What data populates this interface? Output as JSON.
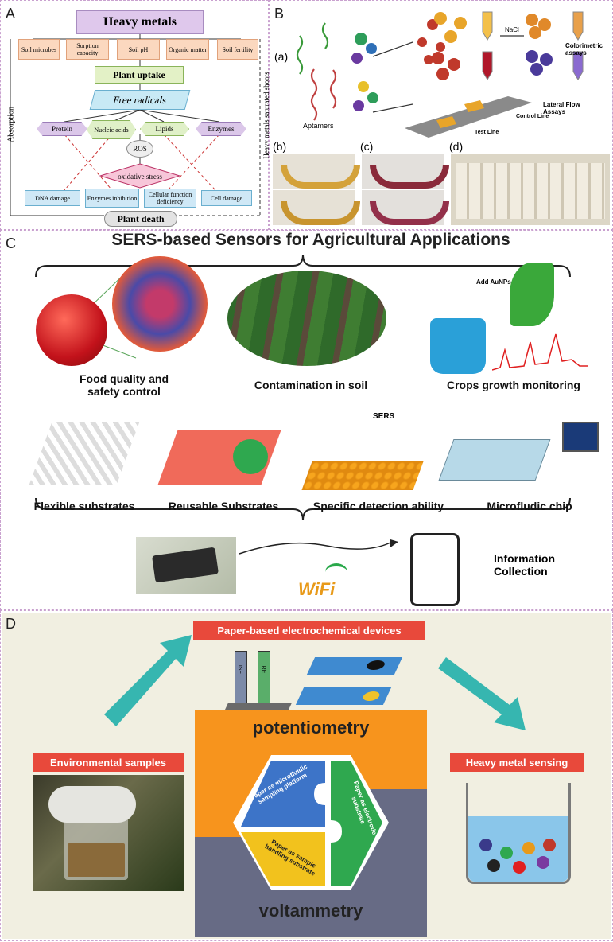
{
  "panels": {
    "a": "A",
    "b": "B",
    "c": "C",
    "d": "D"
  },
  "panel_a": {
    "top": "Heavy metals",
    "factors": [
      "Soil microbes",
      "Sorption capacity",
      "Soil pH",
      "Organic matter",
      "Soil fertility"
    ],
    "uptake": "Plant uptake",
    "radicals": "Free radicals",
    "targets": [
      "Protein",
      "Nucleic acids",
      "Lipids",
      "Enzymes"
    ],
    "ros": "ROS",
    "stress": "oxidative stress",
    "damages": [
      "DNA damage",
      "Enzymes inhibition",
      "Cellular function deficiency",
      "Cell damage"
    ],
    "death": "Plant death",
    "left_side": "Absorption",
    "right_side": "Heavy metals saturated shoots"
  },
  "panel_b": {
    "sub_a": "(a)",
    "sub_b": "(b)",
    "sub_c": "(c)",
    "sub_d": "(d)",
    "aptamers": "Aptamers",
    "nacl": "NaCl",
    "colorimetric": "Colorimetric assays",
    "lateral": "Lateral Flow Assays",
    "control_line": "Control Line",
    "test_line": "Test Line"
  },
  "panel_c": {
    "title": "SERS-based Sensors for Agricultural Applications",
    "apps": [
      "Food quality and safety control",
      "Contamination in soil",
      "Crops growth monitoring"
    ],
    "features": [
      "Flexible substrates",
      "Reusable Substrates",
      "Specific detection ability",
      "Microfludic chip"
    ],
    "sers_label": "SERS",
    "add_aunps": "Add AuNPs",
    "wifi": "WiFi",
    "info": "Information Collection"
  },
  "panel_d": {
    "title": "Paper-based electrochemical devices",
    "env": "Environmental samples",
    "sensing": "Heavy metal sensing",
    "potentiometry": "potentiometry",
    "voltammetry": "voltammetry",
    "pieces": [
      "Paper as microfluidic sampling platform",
      "Paper as electrode substrate",
      "Paper as sample handling substrate"
    ],
    "electrodes": [
      "ISE",
      "RE"
    ]
  },
  "colors": {
    "purple": "#c9a1cf",
    "orange": "#f7941d",
    "red_label": "#e8493b",
    "teal": "#36b6b0",
    "grey_blue": "#676b85"
  }
}
